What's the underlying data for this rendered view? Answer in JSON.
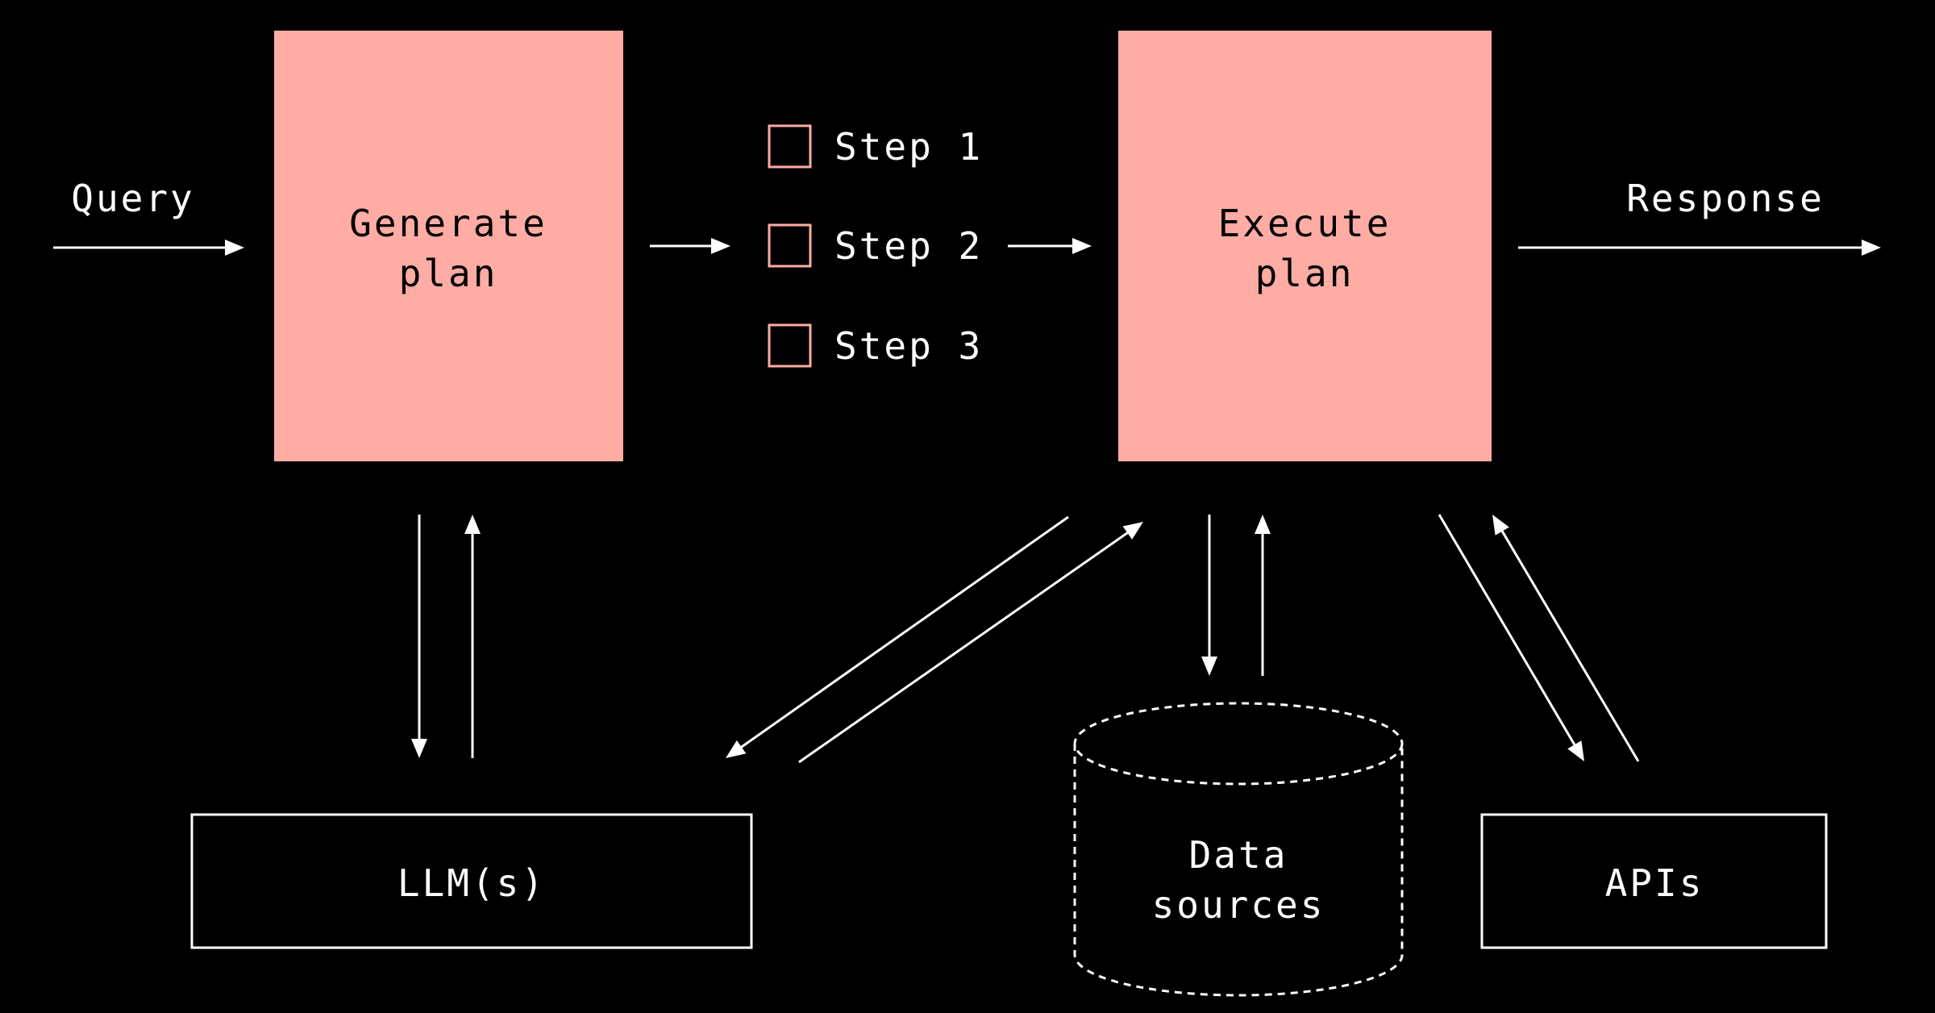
{
  "colors": {
    "background": "#000000",
    "process_fill": "#ffaca4",
    "line": "#ffffff",
    "process_text": "#000000",
    "text": "#ffffff"
  },
  "labels": {
    "query": "Query",
    "response": "Response"
  },
  "nodes": {
    "generate_plan": {
      "line1": "Generate",
      "line2": "plan"
    },
    "execute_plan": {
      "line1": "Execute",
      "line2": "plan"
    },
    "llms": {
      "label": "LLM(s)"
    },
    "data_sources": {
      "line1": "Data",
      "line2": "sources"
    },
    "apis": {
      "label": "APIs"
    }
  },
  "steps": [
    {
      "label": "Step 1"
    },
    {
      "label": "Step 2"
    },
    {
      "label": "Step 3"
    }
  ]
}
